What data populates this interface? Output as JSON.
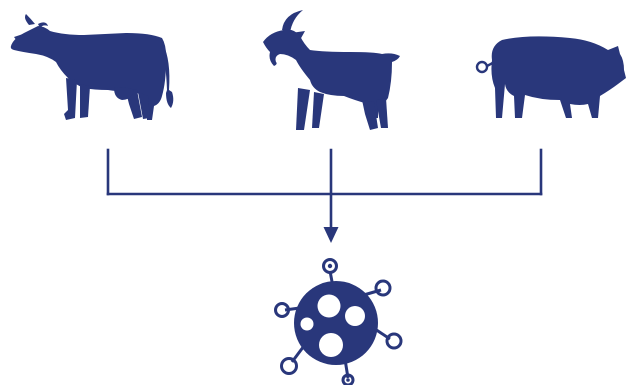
{
  "diagram": {
    "colors": {
      "primary": "#29377b",
      "background": "#ffffff"
    },
    "nodes": [
      {
        "id": "cow",
        "icon": "cow-icon"
      },
      {
        "id": "goat",
        "icon": "goat-icon"
      },
      {
        "id": "pig",
        "icon": "pig-icon"
      },
      {
        "id": "virus",
        "icon": "virus-icon"
      }
    ],
    "edges": [
      {
        "from": "cow",
        "to": "virus"
      },
      {
        "from": "goat",
        "to": "virus"
      },
      {
        "from": "pig",
        "to": "virus"
      }
    ]
  }
}
